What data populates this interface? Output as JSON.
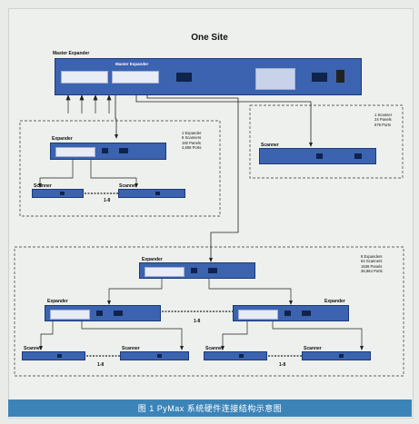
{
  "title": "One Site",
  "master": {
    "label": "Master Expander",
    "inner_label": "Master Expander"
  },
  "left_group": {
    "expander_label": "Expander",
    "scanner_label_1": "Scanner",
    "scanner_label_2": "Scanner",
    "range": "1-8",
    "stats": "1 Expander\n8 Scanners\n192 Panels\n4,608 Ports"
  },
  "right_group": {
    "scanner_label": "Scanner",
    "stats": "1 Scanner\n24 Panels\n576 Ports"
  },
  "bottom_group": {
    "top_expander_label": "Expander",
    "left_expander_label": "Expander",
    "right_expander_label": "Expander",
    "expander_range": "1-8",
    "scanner_labels": [
      "Scanner",
      "Scanner",
      "Scanner",
      "Scanner"
    ],
    "left_range": "1-8",
    "right_range": "1-8",
    "stats": "8 Expanders\n64 Scanners\n1536 Panels\n36,864 Ports"
  },
  "caption": "图 1   PyMax 系统硬件连接结构示意图",
  "colors": {
    "device": "#3b63b0",
    "caption_bar": "#3c84b8"
  }
}
